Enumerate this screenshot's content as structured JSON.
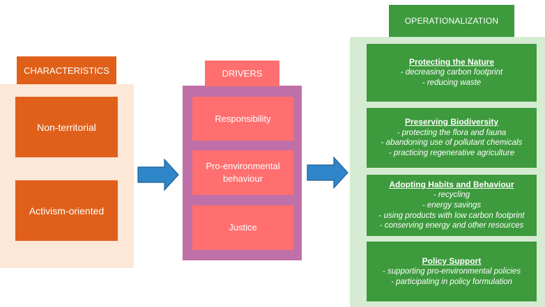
{
  "characteristics": {
    "header": "CHARACTERISTICS",
    "items": [
      "Non-territorial",
      "Activism-oriented"
    ]
  },
  "drivers": {
    "header": "DRIVERS",
    "items": [
      "Responsibility",
      "Pro-environmental behaviour",
      "Justice"
    ]
  },
  "operationalization": {
    "header": "OPERATIONALIZATION",
    "groups": [
      {
        "title": "Protecting the Nature",
        "items": [
          "- decreasing carbon footprint",
          "- reducing waste"
        ]
      },
      {
        "title": "Preserving Biodiversity",
        "items": [
          "- protecting the flora and fauna",
          "- abandoning use of pollutant chemicals",
          "- practicing regenerative agriculture"
        ]
      },
      {
        "title": "Adopting Habits and Behaviour",
        "items": [
          "- recycling",
          "- energy savings",
          "- using products with low carbon footprint",
          "- conserving energy and other resources"
        ]
      },
      {
        "title": "Policy Support",
        "items": [
          "- supporting pro-environmental policies",
          "- participating in policy formulation"
        ]
      }
    ]
  },
  "colors": {
    "orange": "#e0601a",
    "peach": "#fde7d6",
    "coral": "#ff6f6f",
    "mauve": "#c070a8",
    "green": "#3d9a3d",
    "light_green": "#d6ecd2",
    "arrow_blue": "#2f86c8"
  }
}
